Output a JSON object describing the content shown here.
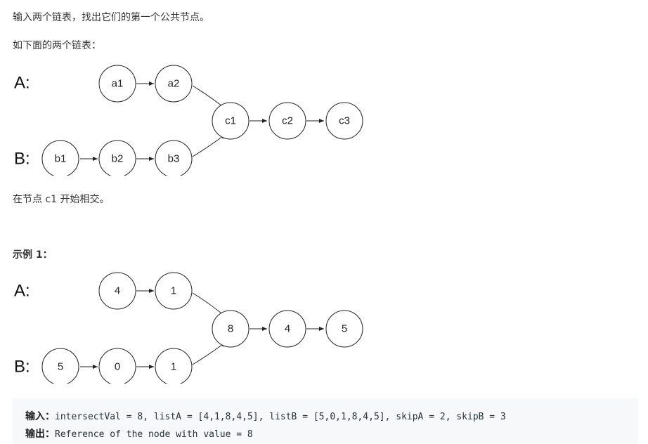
{
  "intro": {
    "line1": "输入两个链表，找出它们的第一个公共节点。",
    "line2": "如下面的两个链表："
  },
  "diagram_main": {
    "label_a": "A:",
    "label_b": "B:",
    "nodes": {
      "a1": "a1",
      "a2": "a2",
      "b1": "b1",
      "b2": "b2",
      "b3": "b3",
      "c1": "c1",
      "c2": "c2",
      "c3": "c3"
    }
  },
  "intersect_text": "在节点 c1 开始相交。",
  "example1": {
    "heading": "示例 1：",
    "diagram": {
      "label_a": "A:",
      "label_b": "B:",
      "nodes": {
        "a1": "4",
        "a2": "1",
        "b1": "5",
        "b2": "0",
        "b3": "1",
        "c1": "8",
        "c2": "4",
        "c3": "5"
      }
    },
    "input_label": "输入：",
    "input_value": "intersectVal = 8, listA = [4,1,8,4,5], listB = [5,0,1,8,4,5], skipA = 2, skipB = 3",
    "output_label": "输出：",
    "output_value": "Reference of the node with value = 8"
  }
}
